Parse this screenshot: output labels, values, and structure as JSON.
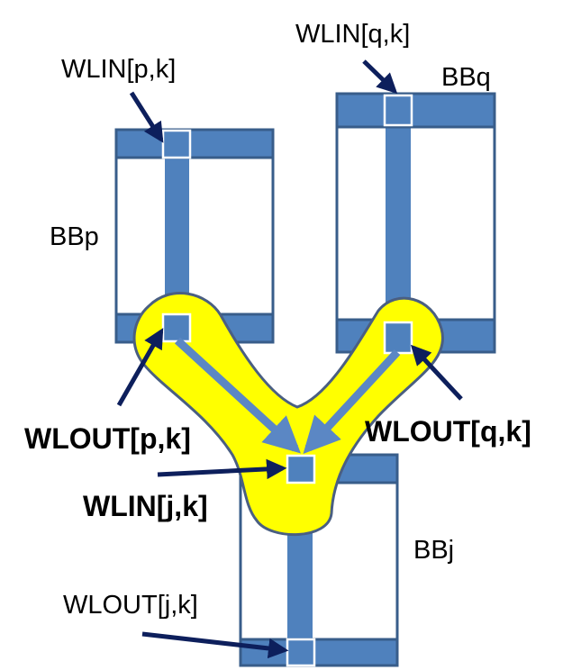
{
  "labels": {
    "wlin_pk": "WLIN[p,k]",
    "wlin_qk": "WLIN[q,k]",
    "bbq": "BBq",
    "bbp": "BBp",
    "wlout_pk": "WLOUT[p,k]",
    "wlout_qk": "WLOUT[q,k]",
    "wlin_jk": "WLIN[j,k]",
    "bbj": "BBj",
    "wlout_jk": "WLOUT[j,k]"
  },
  "colors": {
    "block_fill": "#4f81bd",
    "block_stroke": "#385d8a",
    "highlight_fill": "#ffff00",
    "highlight_stroke": "#4a5f82",
    "pointer_arrow": "#0d1f5c",
    "flow_arrow": "#5b87c4"
  }
}
